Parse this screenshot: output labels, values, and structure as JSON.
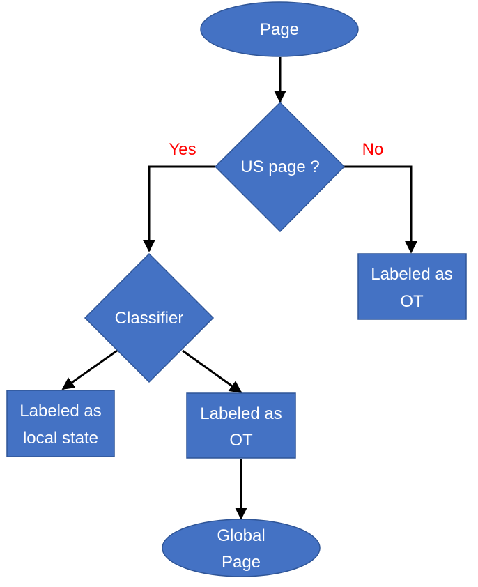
{
  "colors": {
    "node_fill": "#4472c4",
    "node_border": "#2f5597",
    "node_text": "#ffffff",
    "connector": "#000000",
    "branch_label": "#ff0000"
  },
  "nodes": {
    "start": {
      "text": "Page"
    },
    "decision": {
      "text": "US page ?"
    },
    "right_box": {
      "line1": "Labeled as",
      "line2": "OT"
    },
    "classifier": {
      "text": "Classifier"
    },
    "local_state_box": {
      "line1": "Labeled as",
      "line2": "local state"
    },
    "middle_box": {
      "line1": "Labeled as",
      "line2": "OT"
    },
    "end": {
      "line1": "Global",
      "line2": "Page"
    }
  },
  "branches": {
    "yes": "Yes",
    "no": "No"
  }
}
